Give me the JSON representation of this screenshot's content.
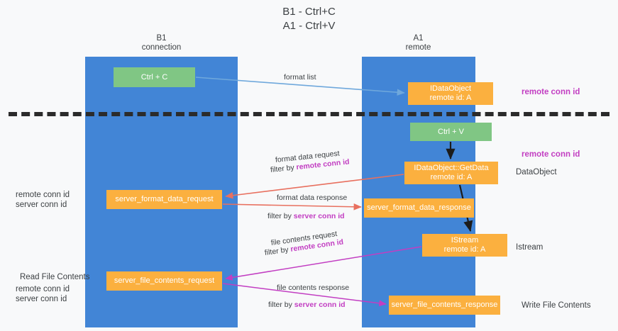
{
  "title": {
    "line1": "B1 - Ctrl+C",
    "line2": "A1 - Ctrl+V"
  },
  "lanes": [
    {
      "id": "b1",
      "name": "B1",
      "sub": "connection"
    },
    {
      "id": "a1",
      "name": "A1",
      "sub": "remote"
    }
  ],
  "boxes": {
    "ctrl_c": {
      "label": "Ctrl + C",
      "color": "#80c684"
    },
    "idataobject": {
      "label": "IDataObject",
      "sub": "remote id: A",
      "color": "#fbb03f"
    },
    "ctrl_v": {
      "label": "Ctrl + V",
      "color": "#80c684"
    },
    "getdata": {
      "label": "IDataObject::GetData",
      "sub": "remote id: A",
      "color": "#fbb03f"
    },
    "format_data_request": {
      "label": "server_format_data_request",
      "color": "#fbb03f"
    },
    "format_data_response": {
      "label": "server_format_data_response",
      "color": "#fbb03f"
    },
    "istream": {
      "label": "IStream",
      "sub": "remote id: A",
      "color": "#fbb03f"
    },
    "file_contents_request": {
      "label": "server_file_contents_request",
      "color": "#fbb03f"
    },
    "file_contents_response": {
      "label": "server_file_contents_response",
      "color": "#fbb03f"
    }
  },
  "edge_labels": {
    "format_list": "format list",
    "format_data_request": "format data request",
    "format_data_request_filter_prefix": "filter by ",
    "format_data_request_filter_key": "remote conn id",
    "format_data_response": "format data response",
    "format_data_response_filter_prefix": "filter by ",
    "format_data_response_filter_key": "server conn id",
    "file_contents_request": "file contents request",
    "file_contents_request_filter_prefix": "filter by ",
    "file_contents_request_filter_key": "remote conn id",
    "file_contents_response": "file contents response",
    "file_contents_response_filter_prefix": "filter by ",
    "file_contents_response_filter_key": "server conn id"
  },
  "annotations": {
    "right_remote_conn_id_top": "remote conn id",
    "right_remote_conn_id_mid": "remote conn id",
    "dataobject": "DataObject",
    "istream": "Istream",
    "write_file_contents": "Write File Contents",
    "left_remote_conn_id_1": "remote conn id",
    "left_server_conn_id_1": "server conn id",
    "read_file_contents": "Read File Contents",
    "left_remote_conn_id_2": "remote conn id",
    "left_server_conn_id_2": "server conn id"
  },
  "colors": {
    "lane": "#4285d6",
    "green_box": "#80c684",
    "orange_box": "#fbb03f",
    "magenta": "#c23ec2",
    "green_text": "#3ea14a",
    "blue_arrow": "#6fa8dc",
    "red_arrow": "#e8705f",
    "black_arrow": "#1c1c1c",
    "background": "#f8f9fa"
  }
}
